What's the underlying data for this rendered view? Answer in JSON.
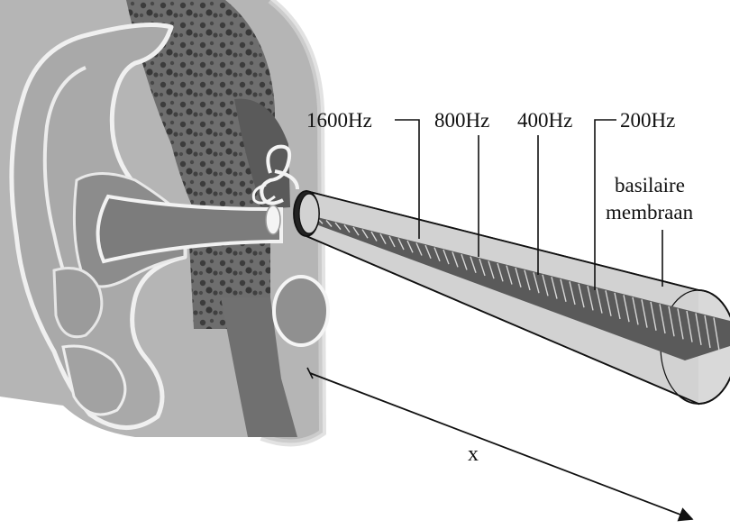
{
  "labels": {
    "freq_1600": "1600Hz",
    "freq_800": "800Hz",
    "freq_400": "400Hz",
    "freq_200": "200Hz",
    "membrane_line1": "basilaire",
    "membrane_line2": "membraan",
    "axis_x": "x"
  }
}
